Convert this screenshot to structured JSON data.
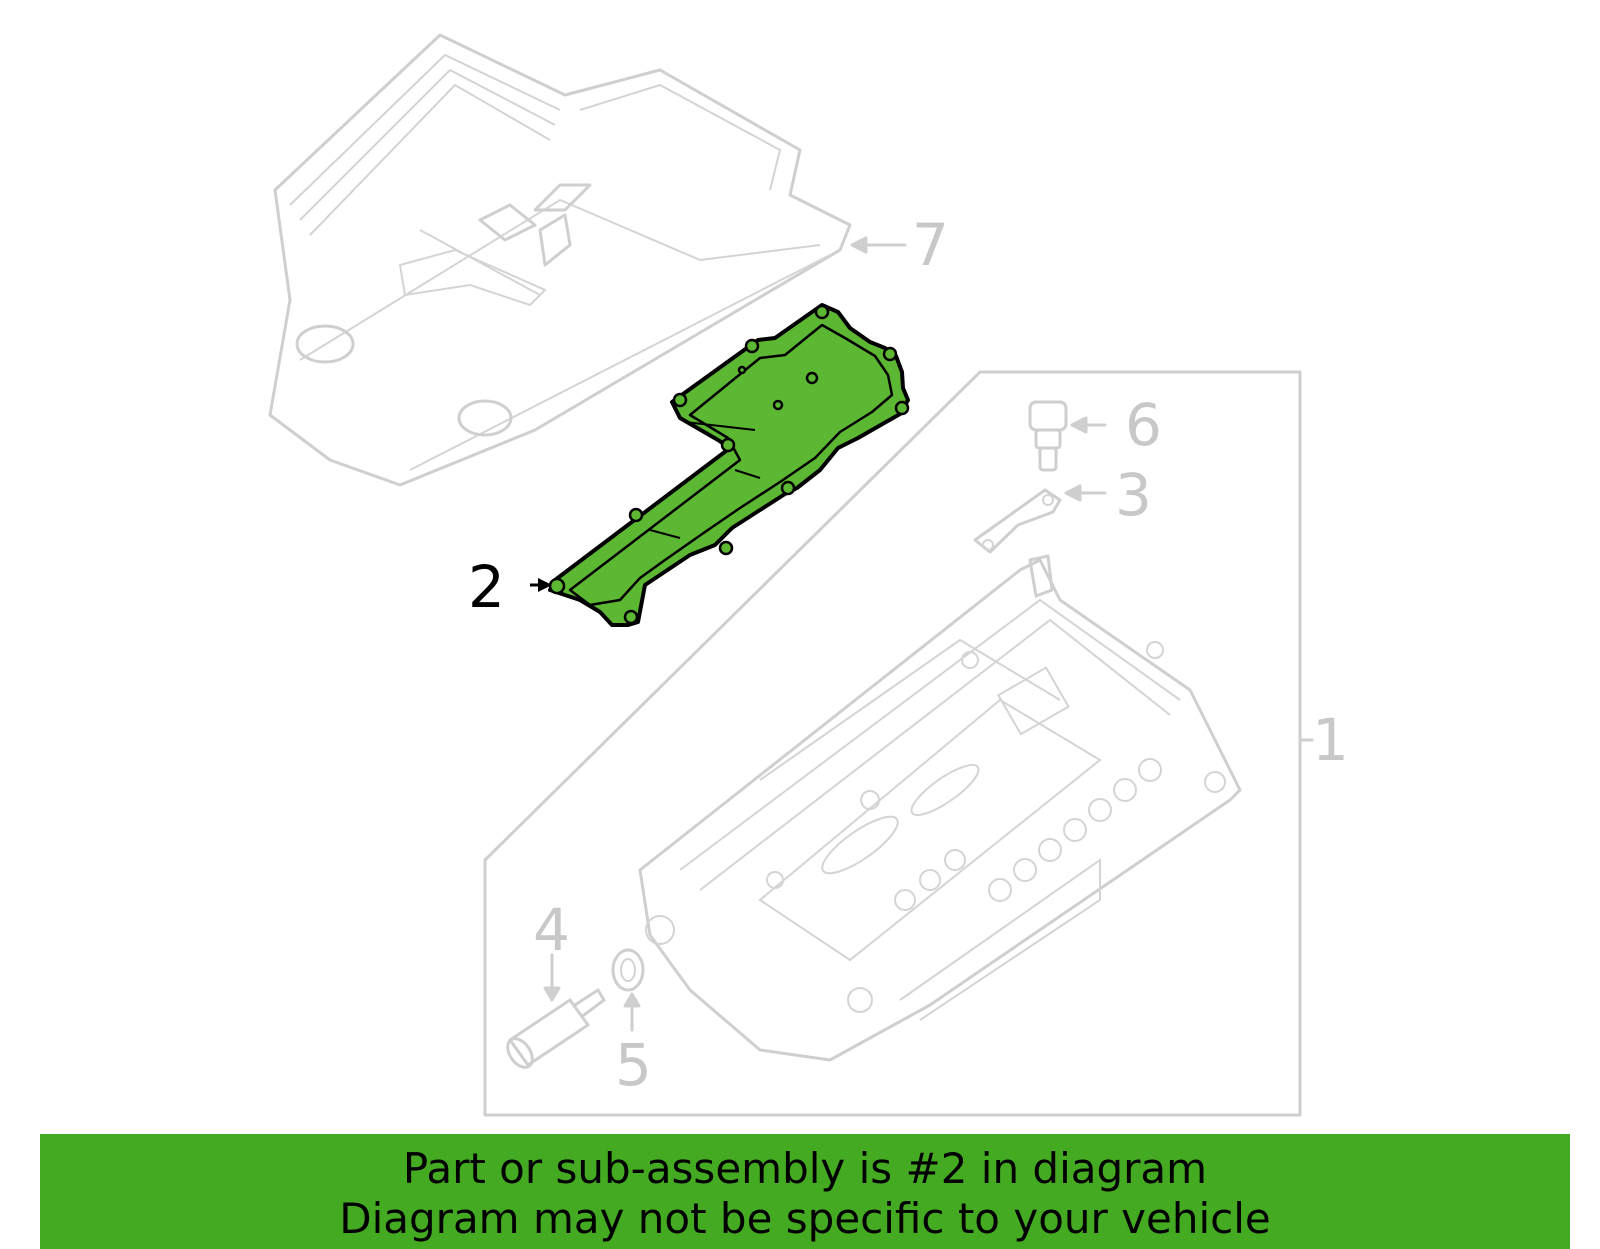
{
  "callouts": [
    {
      "id": "1",
      "label": "1",
      "highlighted": false
    },
    {
      "id": "2",
      "label": "2",
      "highlighted": true
    },
    {
      "id": "3",
      "label": "3",
      "highlighted": false
    },
    {
      "id": "4",
      "label": "4",
      "highlighted": false
    },
    {
      "id": "5",
      "label": "5",
      "highlighted": false
    },
    {
      "id": "6",
      "label": "6",
      "highlighted": false
    },
    {
      "id": "7",
      "label": "7",
      "highlighted": false
    }
  ],
  "colors": {
    "highlight_fill": "#5cb832",
    "banner_background": "#44aa22",
    "ghost_stroke": "#cfcfcf",
    "label_inactive": "#c8c8c8",
    "label_active": "#000000"
  },
  "banner": {
    "line1": "Part or sub-assembly is #2 in diagram",
    "line2": "Diagram may not be specific to your vehicle"
  },
  "icons": {
    "cover_emblem": "three-diamond-logo"
  }
}
